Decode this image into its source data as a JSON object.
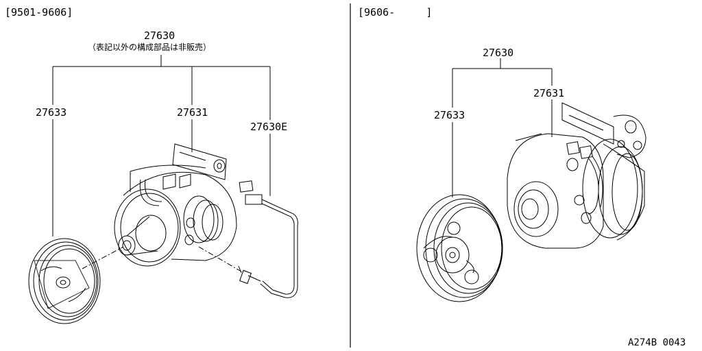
{
  "left_panel": {
    "date_range": "[9501-9606]",
    "assembly_part": "27630",
    "assembly_note": "（表記以外の構成部品は非販売）",
    "pulley_part": "27633",
    "compressor_part": "27631",
    "harness_part": "27630E"
  },
  "right_panel": {
    "date_range": "[9606-     ]",
    "assembly_part": "27630",
    "compressor_part": "27631",
    "pulley_part": "27633"
  },
  "footer": {
    "drawing_code": "A274B 0043"
  },
  "colors": {
    "line": "#000000",
    "background": "#ffffff"
  }
}
